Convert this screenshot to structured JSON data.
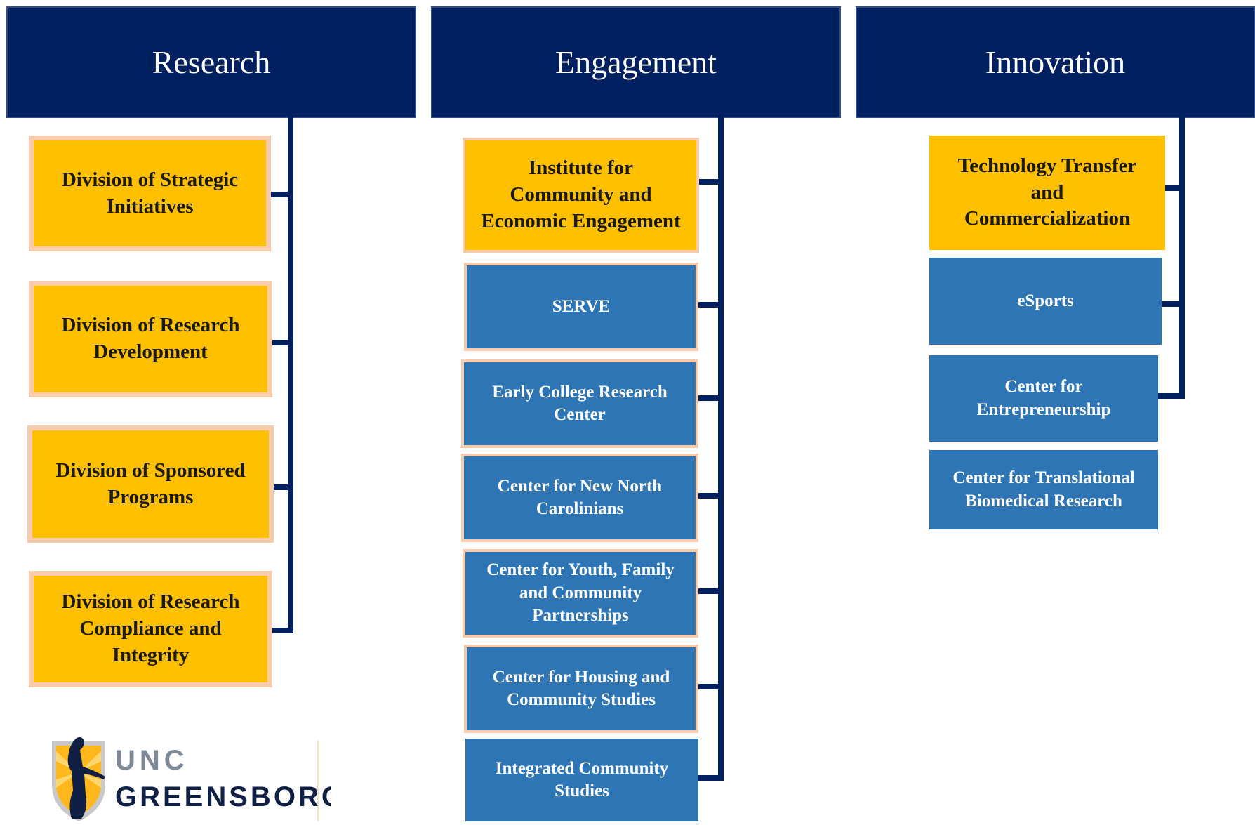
{
  "columns": {
    "research": {
      "title": "Research",
      "items": [
        "Division of Strategic Initiatives",
        "Division of Research Development",
        "Division of Sponsored Programs",
        "Division of Research Compliance and Integrity"
      ]
    },
    "engagement": {
      "title": "Engagement",
      "items": [
        "Institute for Community and Economic Engagement",
        "SERVE",
        "Early College Research Center",
        "Center for New North Carolinians",
        "Center for Youth, Family and Community Partnerships",
        "Center for Housing and Community Studies",
        "Integrated Community Studies"
      ]
    },
    "innovation": {
      "title": "Innovation",
      "items": [
        "Technology Transfer and Commercialization",
        "eSports",
        "Center for Entrepreneurship",
        "Center for Translational Biomedical Research"
      ]
    }
  },
  "logo": {
    "line1": "UNC",
    "line2": "GREENSBORO"
  },
  "colors": {
    "navy": "#002060",
    "gold": "#ffc000",
    "blue": "#2e75b6",
    "peach": "#f8cbad"
  }
}
